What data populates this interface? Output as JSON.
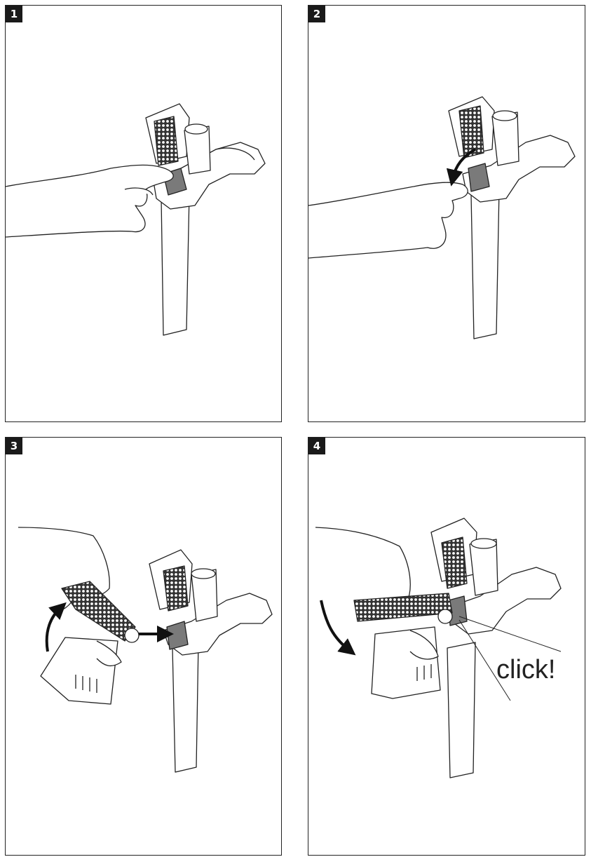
{
  "steps": [
    {
      "number": "1"
    },
    {
      "number": "2"
    },
    {
      "number": "3"
    },
    {
      "number": "4",
      "annotation": "click!"
    }
  ],
  "colors": {
    "line": "#222222",
    "fill_dark": "#7a7a7a",
    "background": "#ffffff"
  }
}
